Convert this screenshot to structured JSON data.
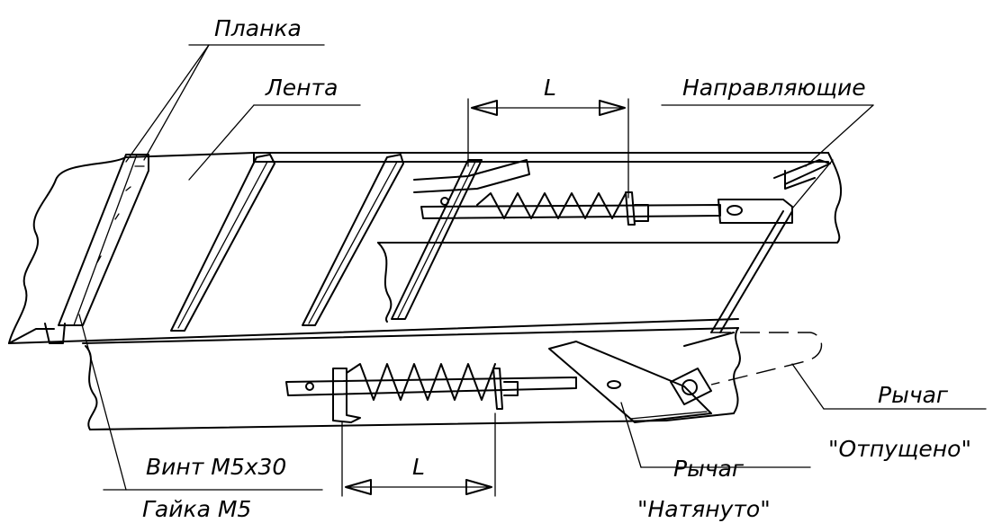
{
  "labels": {
    "planka": "Планка",
    "lenta": "Лента",
    "napravl": "Направляющие",
    "dim_top": "L",
    "dim_bottom": "L",
    "rychag_otp": "Рычаг",
    "otpuscheno": "\"Отпущено\"",
    "rychag_nat": "Рычаг",
    "natyanuto": "\"Натянуто\"",
    "vint": "Винт М5х30",
    "gaika": "Гайка М5"
  }
}
